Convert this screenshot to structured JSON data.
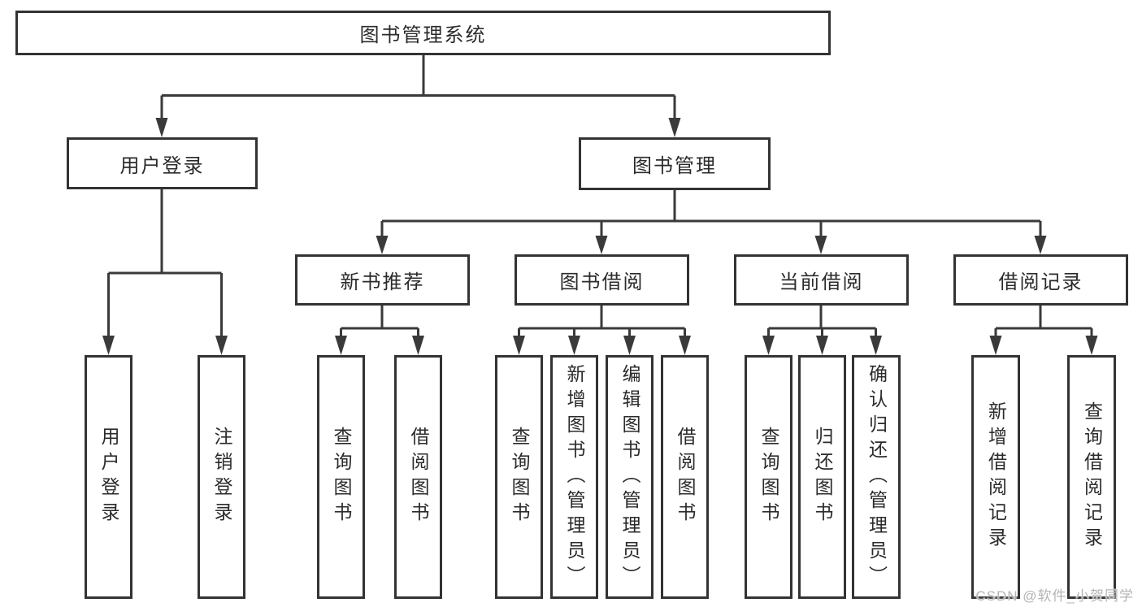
{
  "diagram": {
    "root": "图书管理系统",
    "level2": [
      "用户登录",
      "图书管理"
    ],
    "level3": [
      "新书推荐",
      "图书借阅",
      "当前借阅",
      "借阅记录"
    ],
    "leaves_user": [
      "用户登录",
      "注销登录"
    ],
    "leaves_recommend": [
      "查询图书",
      "借阅图书"
    ],
    "leaves_borrow": [
      "查询图书",
      "新增图书（管理员）",
      "编辑图书（管理员）",
      "借阅图书"
    ],
    "leaves_current": [
      "查询图书",
      "归还图书",
      "确认归还（管理员）"
    ],
    "leaves_records": [
      "新增借阅记录",
      "查询借阅记录"
    ]
  },
  "watermark": "CSDN @软件_小贺同学",
  "colors": {
    "line": "#3a3a3a",
    "border": "#333333",
    "text": "#2b2b2b",
    "watermark": "#b4b4b4",
    "background": "#ffffff"
  }
}
